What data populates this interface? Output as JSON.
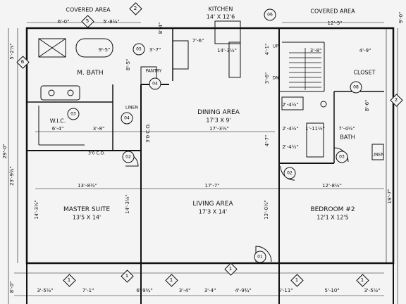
{
  "rooms": {
    "covered_left": "COVERED AREA",
    "covered_right": "COVERED AREA",
    "kitchen": "KITCHEN",
    "kitchen_size": "14' X 12'6",
    "m_bath": "M. BATH",
    "pantry": "PANTRY",
    "dining": "DINING AREA",
    "dining_size": "17'3 X 9'",
    "wic": "W.I.C.",
    "linen1": "LINEN",
    "linen2": "LINEN",
    "master": "MASTER SUITE",
    "master_size": "13'5 X 14'",
    "living": "LIVING AREA",
    "living_size": "17'3 X 14'",
    "bedroom": "BEDROOM #2",
    "bedroom_size": "12'1 X 12'5",
    "bath": "BATH",
    "closet": "CLOSET",
    "up": "UP",
    "dn": "DN",
    "co1": "3'0 C.O.",
    "co2": "3'0 C.O."
  },
  "dims": {
    "d6_0": "6'-0\"",
    "d5_8": "5'-8½\"",
    "d9_5": "9'-5\"",
    "d3_7": "3'-7\"",
    "d7_6": "7'-6\"",
    "d14_3": "14'-3½\"",
    "d12_5": "12'-5\"",
    "d4_9": "4'-9\"",
    "d3_8a": "3'-8\"",
    "d6_4": "6'-4\"",
    "d3_8b": "3'-8\"",
    "d17_3": "17'-3½\"",
    "d13_8": "13'-8½\"",
    "d17_7": "17'-7\"",
    "d12_8": "12'-8½\"",
    "d2_4a": "2'-4½\"",
    "d2_4b": "2'-4½\"",
    "d7_4": "7'-4½\"",
    "d1_11": "1'-11½\"",
    "d2_4c": "2'-4½\"",
    "b3_5": "3'-5½\"",
    "b7_1": "7'-1\"",
    "b6_9": "6'-9¾\"",
    "b3_4a": "3'-4\"",
    "b3_4b": "3'-4\"",
    "b4_9": "4'-9¾\"",
    "b5_11": "5'-11\"",
    "b5_10": "5'-10\"",
    "b3_5b": "3'-5½\"",
    "v5_2": "5'-2⅞\"",
    "v29": "29'-0\"",
    "v23": "23'-9¾\"",
    "v8": "8'-0\"",
    "v9_0": "9'-0\"",
    "v19_7": "19'-7\"",
    "v14_3a": "14'-3½\"",
    "v14_3b": "14'-3½\"",
    "v13_0": "13'-0½\"",
    "v8_4": "8'-4\"",
    "v4_1": "4'-1\"",
    "v3_6": "3'-6\"",
    "v4_7": "4'-7\"",
    "v8_5": "8'-5\"",
    "v8_6": "8'-6\"",
    "v3_0": "3'0 C.O."
  },
  "tags": [
    "01",
    "02",
    "02",
    "03",
    "03",
    "04",
    "04",
    "05",
    "06",
    "08"
  ],
  "diamonds": [
    "5",
    "2",
    "6",
    "2",
    "1",
    "1",
    "1",
    "1",
    "1",
    "1"
  ]
}
